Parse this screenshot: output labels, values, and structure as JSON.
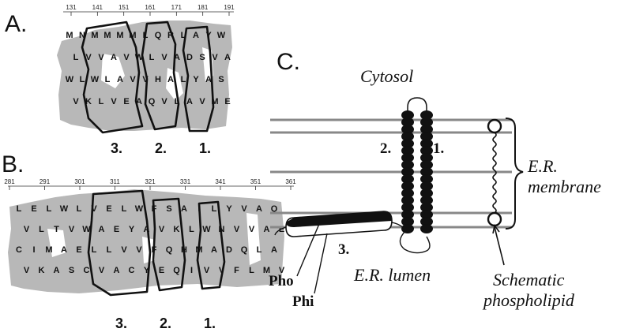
{
  "panels": {
    "a": {
      "letter": "A.",
      "ticks": [
        "131",
        "141",
        "151",
        "161",
        "171",
        "181",
        "191"
      ],
      "helix_labels": [
        "3.",
        "2.",
        "1."
      ]
    },
    "b": {
      "letter": "B.",
      "ticks": [
        "281",
        "291",
        "301",
        "311",
        "321",
        "331",
        "341",
        "351",
        "361"
      ],
      "helix_labels": [
        "3.",
        "2.",
        "1."
      ]
    },
    "c": {
      "letter": "C.",
      "cytosol": "Cytosol",
      "membrane_line1": "E.R.",
      "membrane_line2": "membrane",
      "lumen": "E.R. lumen",
      "helix2": "2.",
      "helix1": "1.",
      "helix3": "3.",
      "pho": "Pho",
      "phi": "Phi",
      "schematic_line1": "Schematic",
      "schematic_line2": "phospholipid"
    }
  },
  "residues_a": [
    "M",
    "N",
    "M",
    "M",
    "M",
    "M",
    "L",
    "Q",
    "R",
    "L",
    "A",
    "Y",
    "W",
    "L",
    "V",
    "V",
    "A",
    "V",
    "W",
    "L",
    "V",
    "A",
    "D",
    "S",
    "V",
    "A",
    "W",
    "L",
    "W",
    "L",
    "A",
    "V",
    "V",
    "H",
    "A",
    "L",
    "Y",
    "A",
    "S",
    "V",
    "K",
    "L",
    "V",
    "E",
    "A",
    "Q",
    "V",
    "L",
    "A",
    "V",
    "M",
    "E"
  ],
  "residues_b": [
    "L",
    "E",
    "L",
    "W",
    "L",
    "V",
    "E",
    "L",
    "W",
    "F",
    "S",
    "A",
    "I",
    "L",
    "Y",
    "V",
    "A",
    "Q",
    "V",
    "L",
    "T",
    "V",
    "W",
    "A",
    "E",
    "Y",
    "A",
    "V",
    "K",
    "L",
    "W",
    "N",
    "V",
    "V",
    "A",
    "E",
    "C",
    "I",
    "M",
    "A",
    "E",
    "L",
    "L",
    "V",
    "V",
    "F",
    "Q",
    "H",
    "M",
    "A",
    "D",
    "Q",
    "L",
    "A",
    "V",
    "K",
    "A",
    "S",
    "C",
    "V",
    "A",
    "C",
    "Y",
    "E",
    "Q",
    "I",
    "V",
    "V",
    "F",
    "L",
    "M",
    "V"
  ]
}
